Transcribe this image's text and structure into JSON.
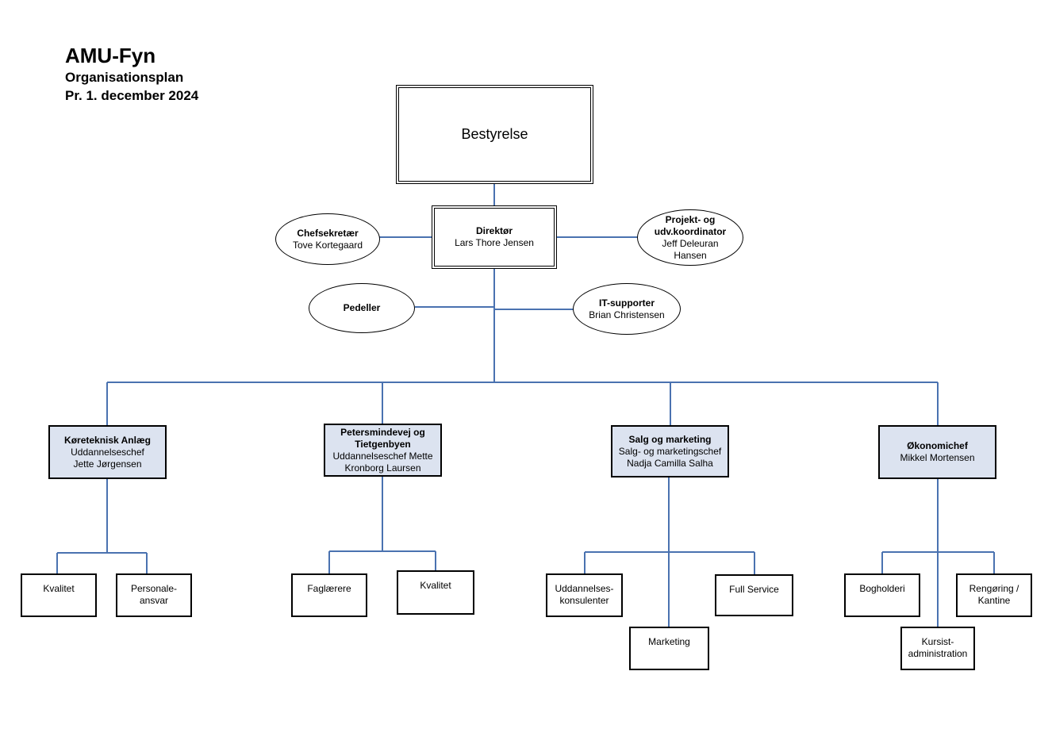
{
  "header": {
    "title": "AMU-Fyn",
    "subtitle": "Organisationsplan",
    "date": "Pr. 1. december 2024"
  },
  "colors": {
    "line": "#4a72b0",
    "department_fill": "#dce3f0",
    "border": "#000000"
  },
  "board": {
    "label": "Bestyrelse"
  },
  "director": {
    "title": "Direktør",
    "name": "Lars Thore Jensen"
  },
  "staff": {
    "chefsekretaer": {
      "title": "Chefsekretær",
      "name": "Tove Kortegaard"
    },
    "projekt": {
      "title_line1": "Projekt- og",
      "title_line2": "udv.koordinator",
      "name_line1": "Jeff Deleuran",
      "name_line2": "Hansen"
    },
    "pedeller": {
      "title": "Pedeller"
    },
    "it": {
      "title": "IT-supporter",
      "name": "Brian Christensen"
    }
  },
  "departments": {
    "koereteknisk": {
      "title": "Køreteknisk Anlæg",
      "role": "Uddannelseschef",
      "name": "Jette Jørgensen",
      "units": [
        "Kvalitet",
        "Personale-",
        "ansvar"
      ]
    },
    "petersmindevej": {
      "title_line1": "Petersmindevej og",
      "title_line2": "Tietgenbyen",
      "role_line1": "Uddannelseschef Mette",
      "role_line2": "Kronborg Laursen",
      "units": [
        "Faglærere",
        "Kvalitet"
      ]
    },
    "salg": {
      "title": "Salg og marketing",
      "role": "Salg- og marketingschef",
      "name": "Nadja Camilla Salha",
      "units": [
        "Uddannelses-",
        "konsulenter",
        "Full Service",
        "Marketing"
      ]
    },
    "oekonomi": {
      "title": "Økonomichef",
      "name": "Mikkel Mortensen",
      "units": [
        "Bogholderi",
        "Rengøring /",
        "Kantine",
        "Kursist-",
        "administration"
      ]
    }
  }
}
